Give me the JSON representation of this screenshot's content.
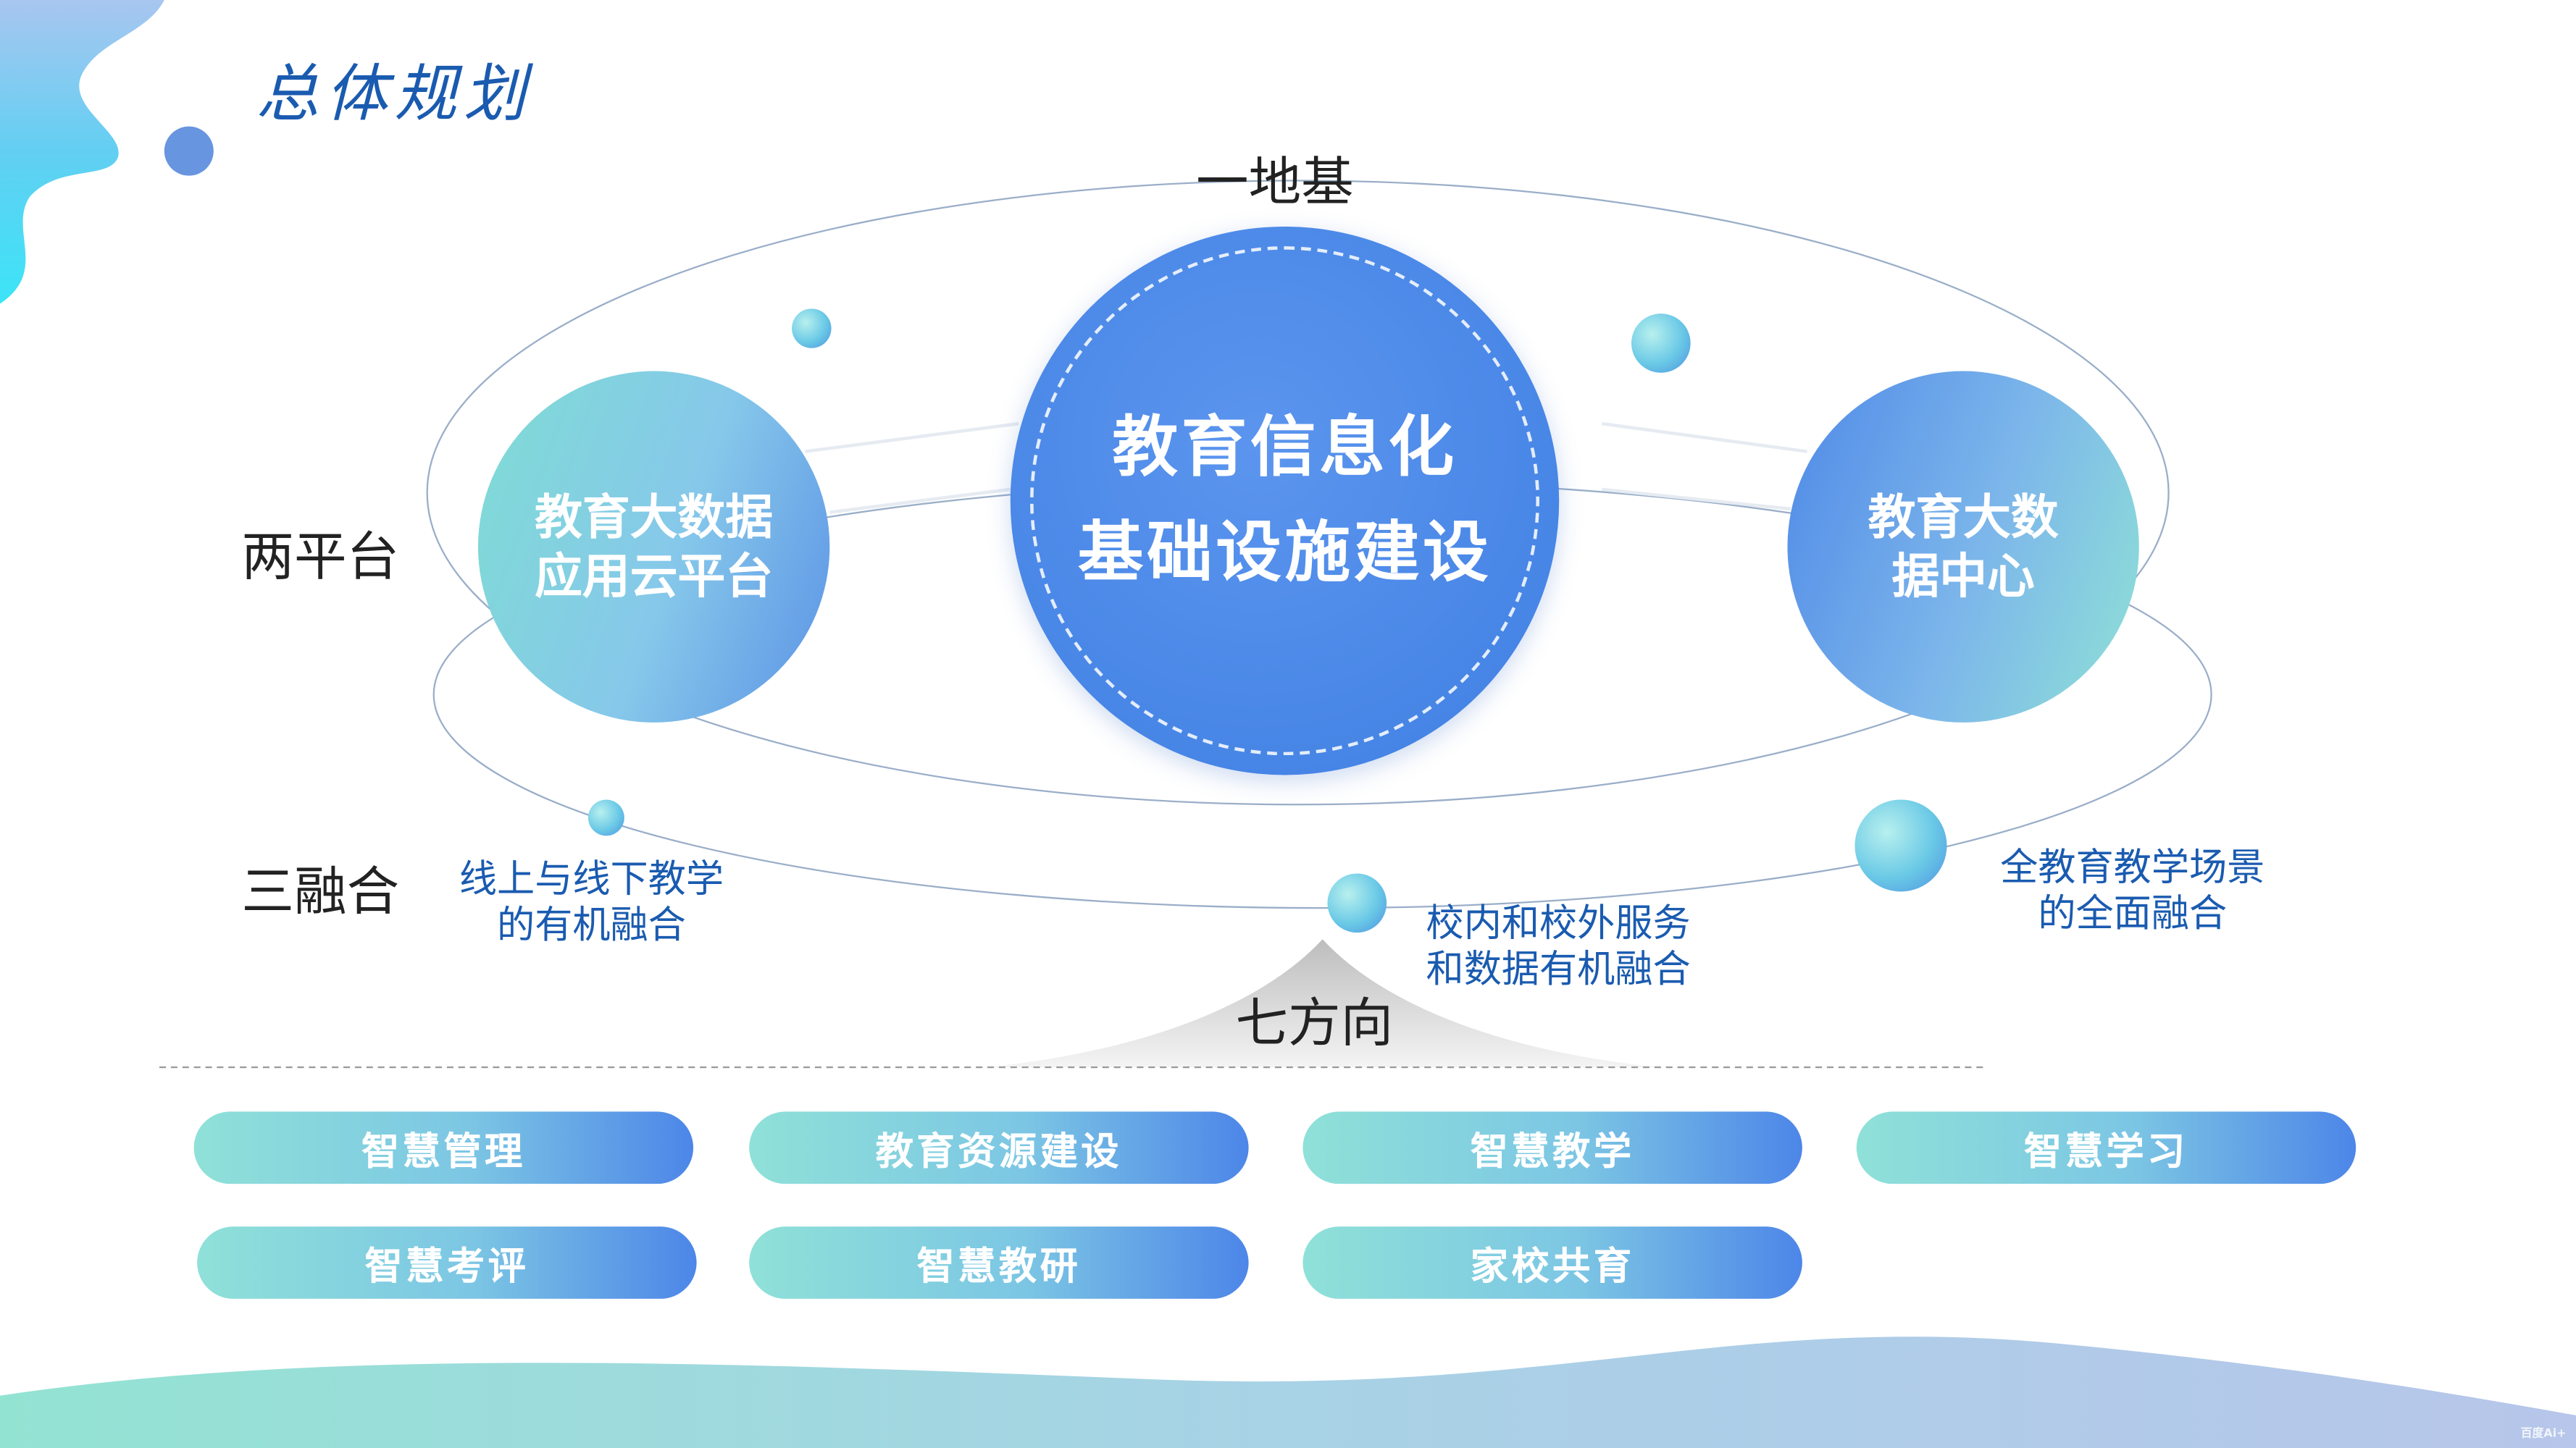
{
  "title": "总体规划",
  "foundation": {
    "label": "一地基",
    "center_line1": "教育信息化",
    "center_line2": "基础设施建设"
  },
  "platforms": {
    "label": "两平台",
    "left_line1": "教育大数据",
    "left_line2": "应用云平台",
    "right_line1": "教育大数",
    "right_line2": "据中心"
  },
  "fusions": {
    "label": "三融合",
    "items": [
      {
        "line1": "线上与线下教学",
        "line2": "的有机融合"
      },
      {
        "line1": "校内和校外服务",
        "line2": "和数据有机融合"
      },
      {
        "line1": "全教育教学场景",
        "line2": "的全面融合"
      }
    ]
  },
  "directions": {
    "label": "七方向",
    "items": [
      "智慧管理",
      "教育资源建设",
      "智慧教学",
      "智慧学习",
      "智慧考评",
      "智慧教研",
      "家校共育"
    ]
  },
  "watermark": "百度Ai+",
  "colors": {
    "primary": "#3f7fe3",
    "teal": "#8fe1d8",
    "title": "#1a5bb0"
  }
}
